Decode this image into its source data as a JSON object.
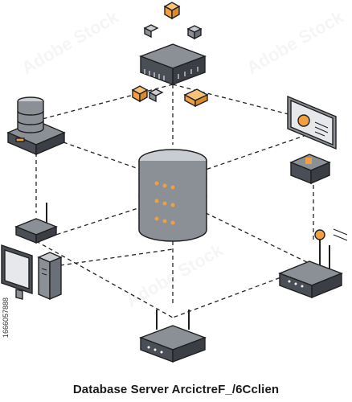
{
  "caption": "Database Server ArcictreF_/6Cclien",
  "stock_id": "1666057888",
  "watermark": "Adobe Stock",
  "colors": {
    "outline": "#1f1f1f",
    "dark": "#4a4f57",
    "mid": "#8b9097",
    "light": "#c9ccd1",
    "accent": "#f0a040",
    "screen": "#e6e8eb"
  },
  "nodes": [
    {
      "name": "central-database-server-icon"
    },
    {
      "name": "network-switch-hub-icon"
    },
    {
      "name": "database-storage-icon"
    },
    {
      "name": "web-browser-window-icon"
    },
    {
      "name": "wireless-router-icon"
    },
    {
      "name": "desktop-computer-icon"
    },
    {
      "name": "access-point-router-icon"
    },
    {
      "name": "server-tower-icon"
    },
    {
      "name": "secure-server-box-icon"
    }
  ]
}
